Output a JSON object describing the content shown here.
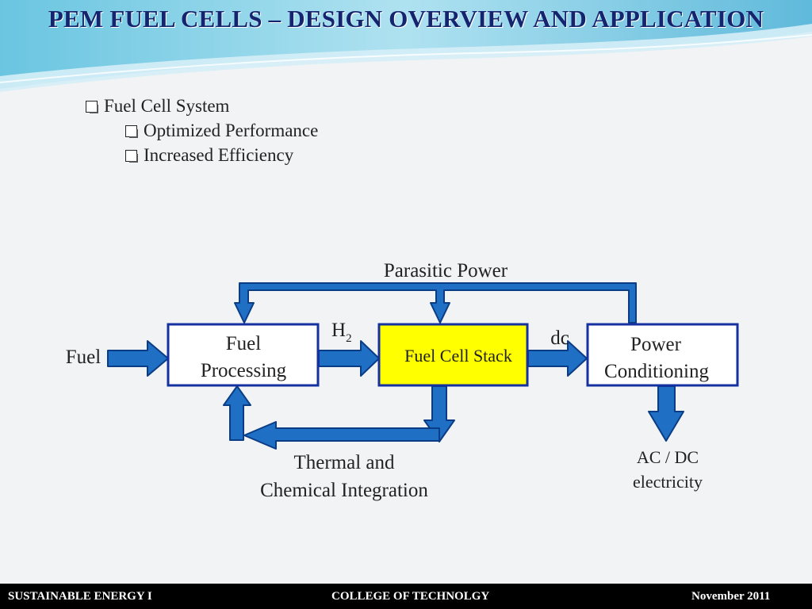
{
  "slide": {
    "title": "PEM FUEL CELLS – DESIGN OVERVIEW AND APPLICATION",
    "bullets": {
      "main": "Fuel Cell System",
      "sub1": "Optimized Performance",
      "sub2": "Increased Efficiency"
    }
  },
  "diagram": {
    "parasitic_power": "Parasitic Power",
    "fuel_input": "Fuel",
    "fuel_processing_line1": "Fuel",
    "fuel_processing_line2": "Processing",
    "h2_label": "H",
    "h2_subscript": "2",
    "fuel_cell_stack": "Fuel Cell Stack",
    "dc_label": "dc",
    "power_conditioning_line1": "Power",
    "power_conditioning_line2": "Conditioning",
    "thermal_line1": "Thermal and",
    "thermal_line2": "Chemical Integration",
    "output_line1": "AC / DC",
    "output_line2": "electricity"
  },
  "footer": {
    "left": "SUSTAINABLE ENERGY I",
    "center": "COLLEGE OF TECHNOLGY",
    "right": "November 2011"
  },
  "colors": {
    "arrow_fill": "#1f6fc4",
    "arrow_stroke": "#0b3d86",
    "box_border": "#1530a0",
    "stack_fill": "#ffff00",
    "title": "#14246e"
  }
}
